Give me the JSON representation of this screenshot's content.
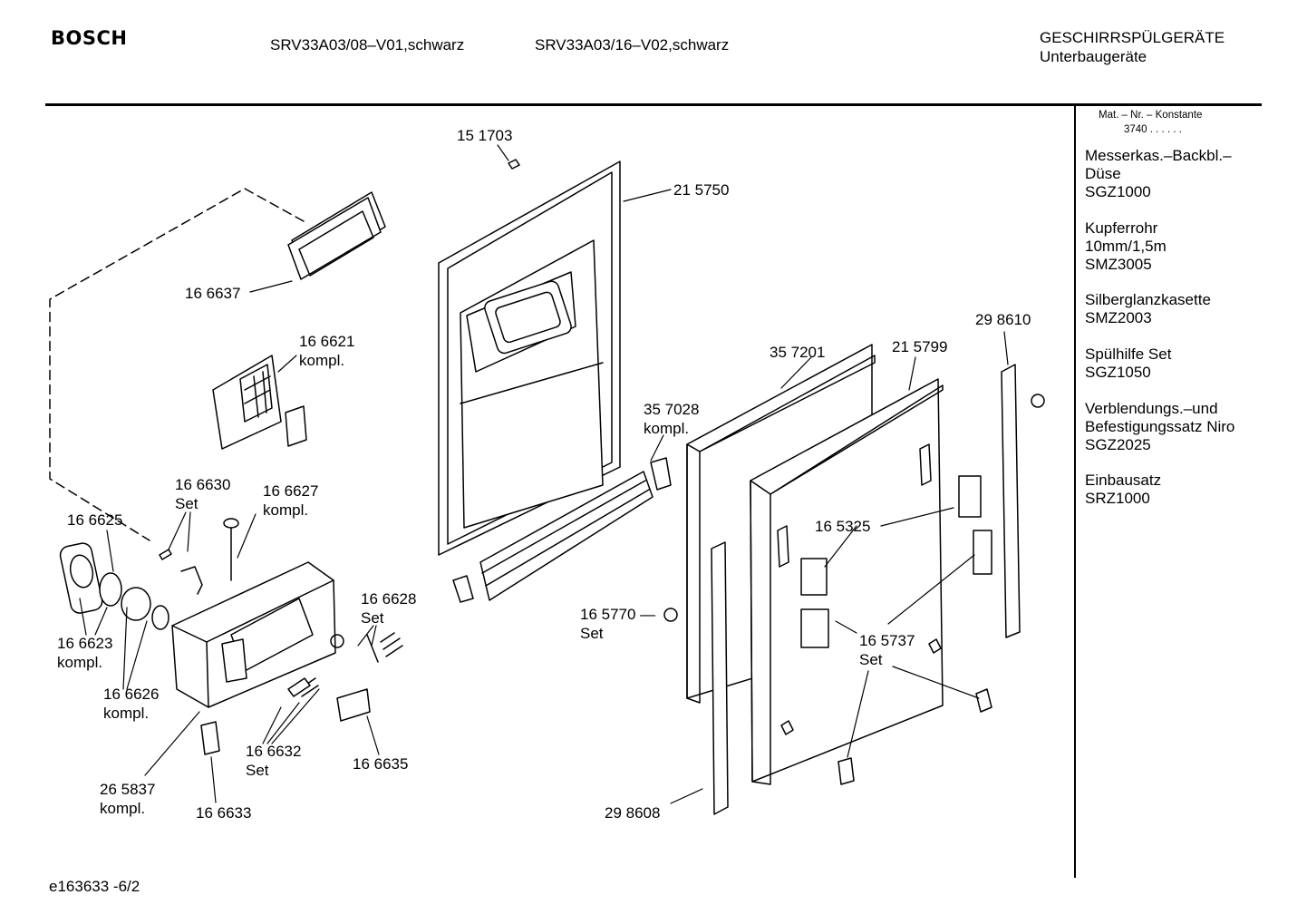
{
  "header": {
    "brand": "BOSCH",
    "model_1": "SRV33A03/08–V01,schwarz",
    "model_2": "SRV33A03/16–V02,schwarz",
    "category_1": "GESCHIRRSPÜLGERÄTE",
    "category_2": "Unterbaugeräte"
  },
  "sidebar": {
    "mat_no_label": "Mat. – Nr. – Konstante",
    "mat_no_value": "3740  .  .   .  .  .  .",
    "accessories": [
      "Messerkas.–Backbl.–\nDüse\nSGZ1000",
      "Kupferrohr\n10mm/1,5m\nSMZ3005",
      "Silberglanzkasette\nSMZ2003",
      "Spülhilfe Set\nSGZ1050",
      "Verblendungs.–und\nBefestigungssatz Niro\nSGZ2025",
      "Einbausatz\nSRZ1000"
    ]
  },
  "parts": {
    "p151703": "15 1703",
    "p215750": "21 5750",
    "p166637": "16 6637",
    "p166621": "16 6621\nkompl.",
    "p166630": "16 6630\nSet",
    "p166627": "16 6627\nkompl.",
    "p166625": "16 6625",
    "p166623": "16 6623\nkompl.",
    "p166626": "16 6626\nkompl.",
    "p265837": "26 5837\nkompl.",
    "p166633": "16 6633",
    "p166632": "16 6632\nSet",
    "p166635": "16 6635",
    "p166628": "16 6628\nSet",
    "p357028": "35 7028\nkompl.",
    "p357201": "35 7201",
    "p215799": "21 5799",
    "p298610": "29 8610",
    "p165325": "16 5325",
    "p165770": "16 5770 —\nSet",
    "p165737": "16 5737\nSet",
    "p298608": "29 8608"
  },
  "footer": {
    "code": "e163633 -6/2"
  }
}
